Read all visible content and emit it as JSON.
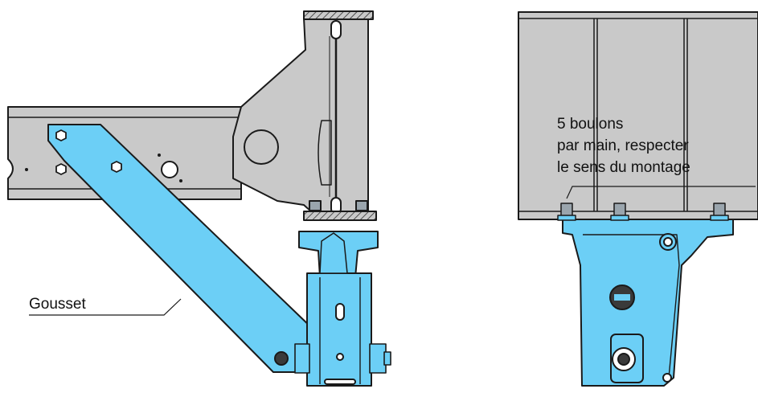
{
  "labels": {
    "gusset": "Gousset",
    "bolts_line1": "5 boulons",
    "bolts_line2": "par main, respecter",
    "bolts_line3": "le sens du montage"
  },
  "colors": {
    "part_blue": "#6ccff6",
    "steel_grey": "#c9c9c9",
    "line": "#1a1a1a",
    "background": "#ffffff"
  }
}
